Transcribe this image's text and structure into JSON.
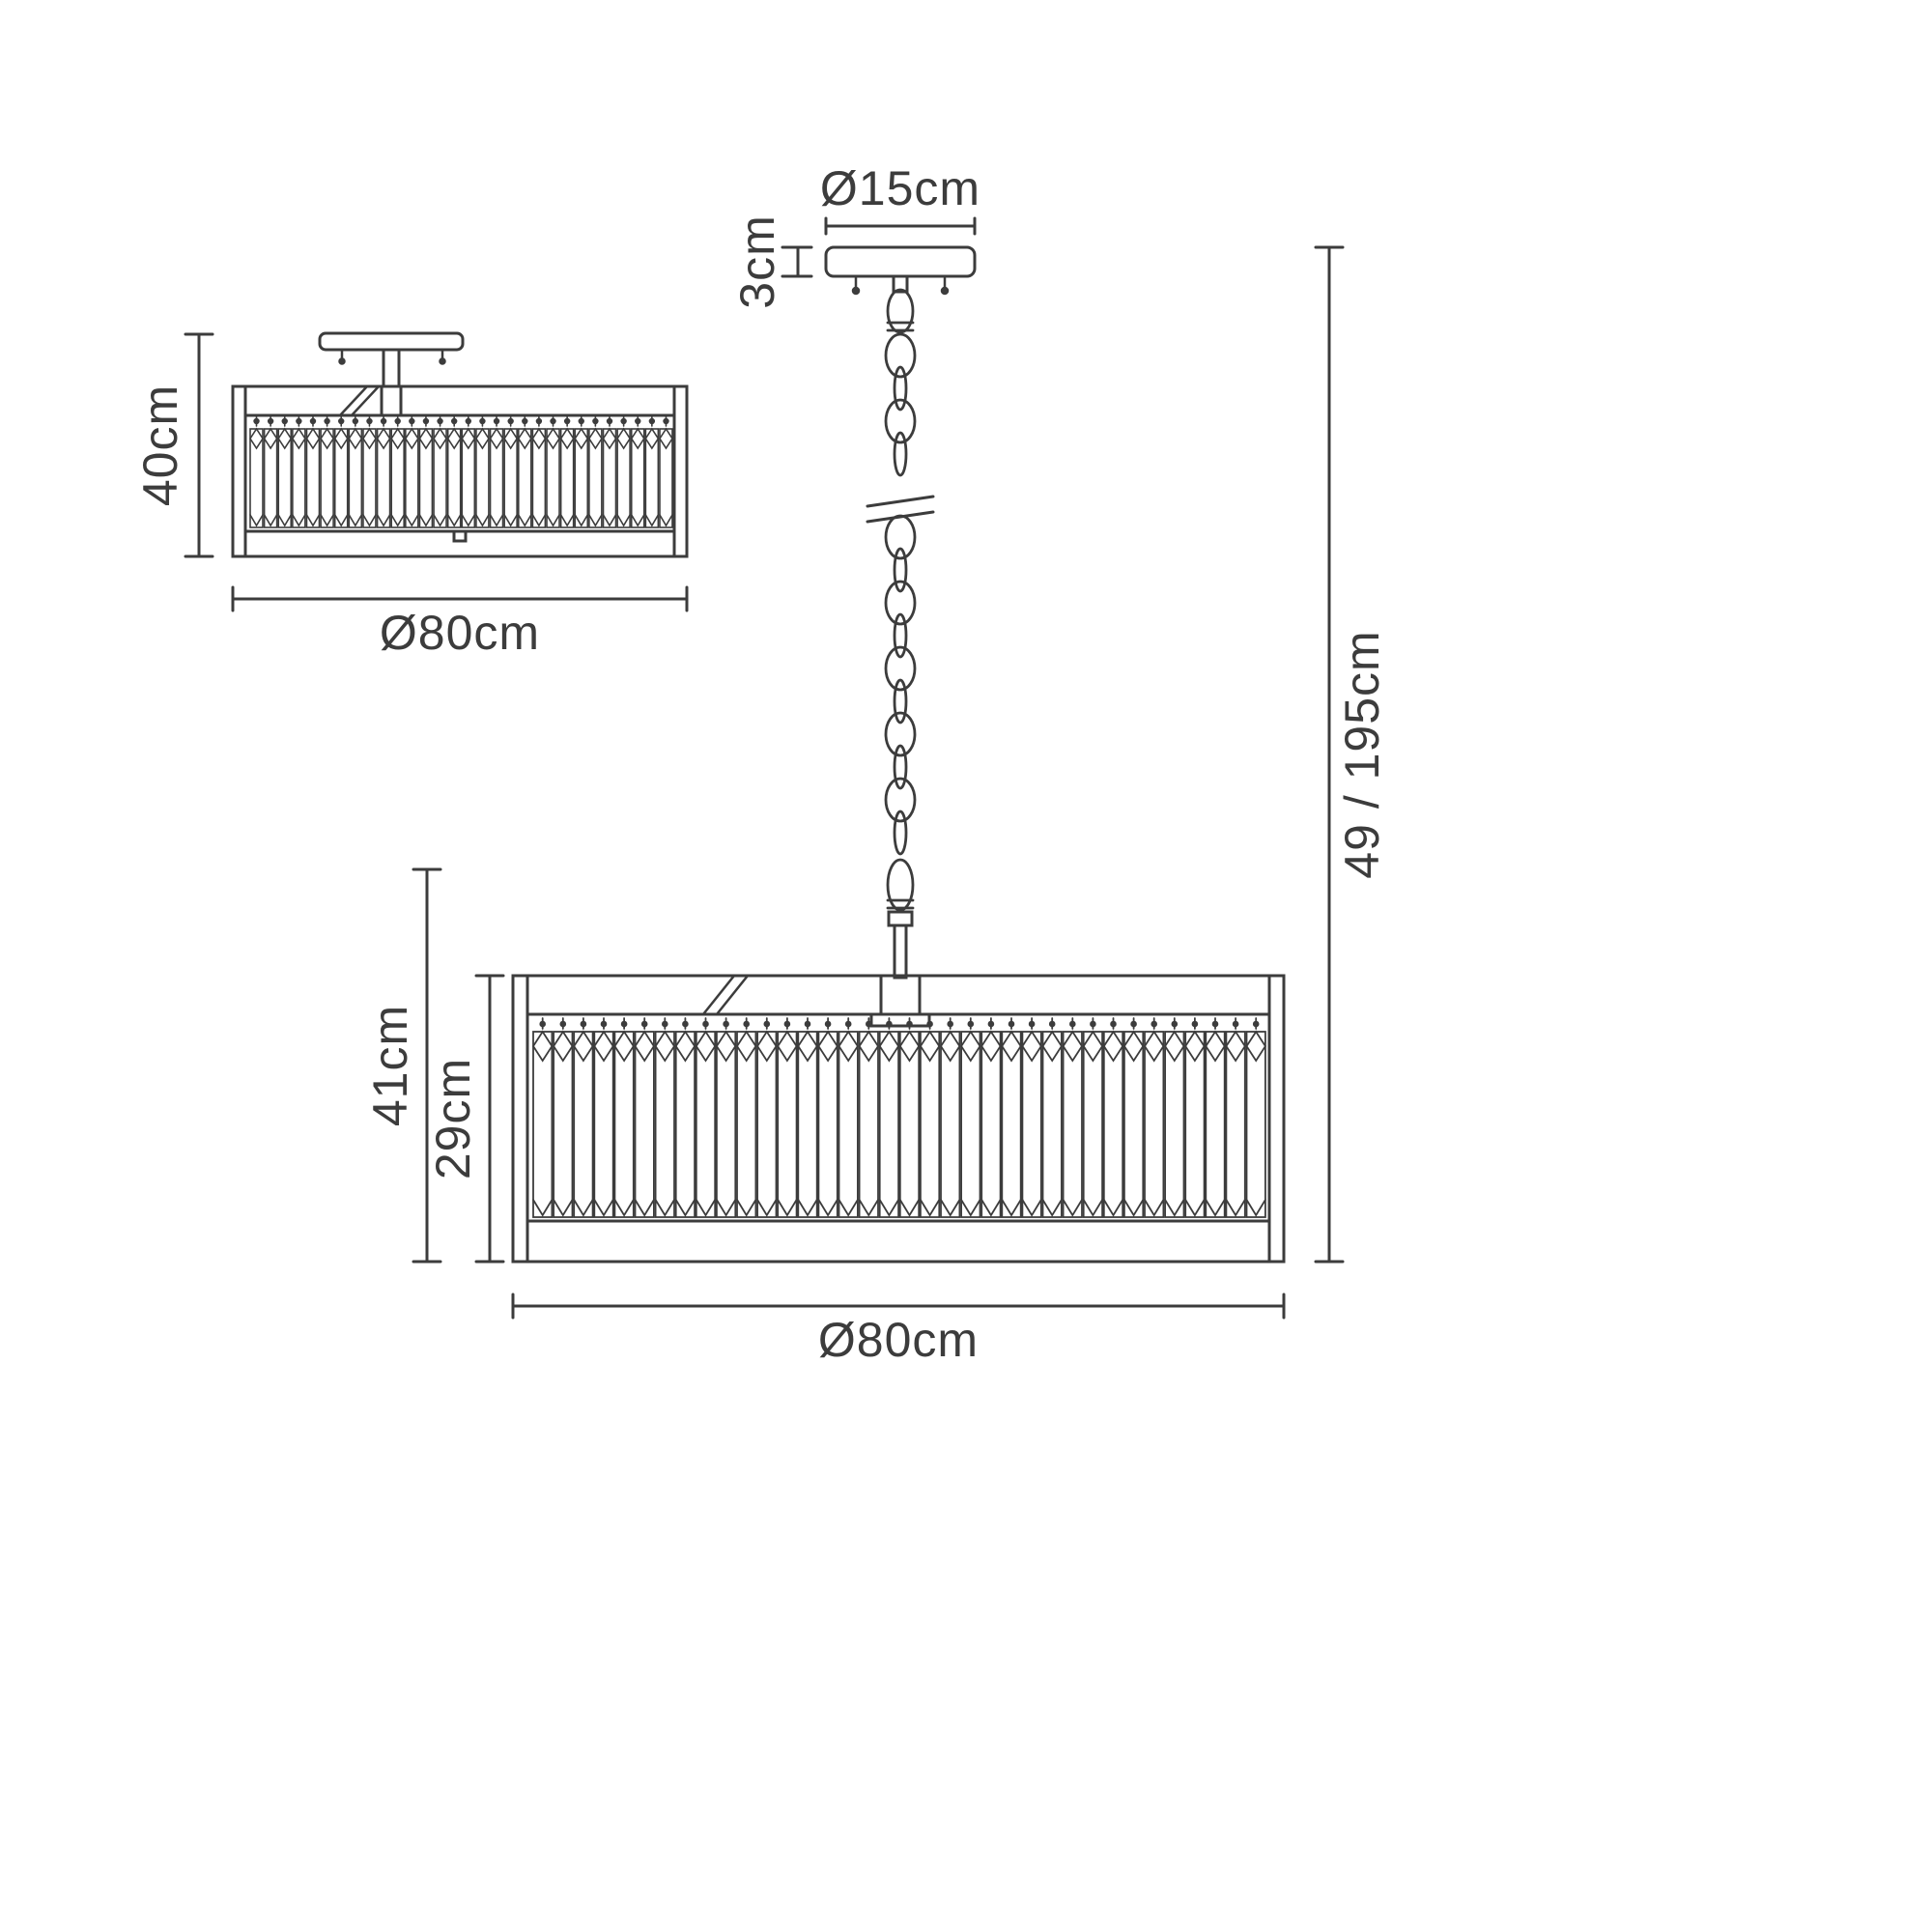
{
  "diagram": {
    "views": {
      "semi_flush": {
        "height_label": "40cm",
        "width_label": "Ø80cm"
      },
      "pendant": {
        "canopy_diameter_label": "Ø15cm",
        "canopy_height_label": "3cm",
        "overall_height_label": "49 / 195cm",
        "drop_height_label": "41cm",
        "shade_height_label": "29cm",
        "shade_width_label": "Ø80cm"
      }
    },
    "prisms": {
      "semi_flush_count": 30,
      "pendant_count": 36
    },
    "colors": {
      "line": "#3c3c3c",
      "background": "#ffffff"
    }
  }
}
